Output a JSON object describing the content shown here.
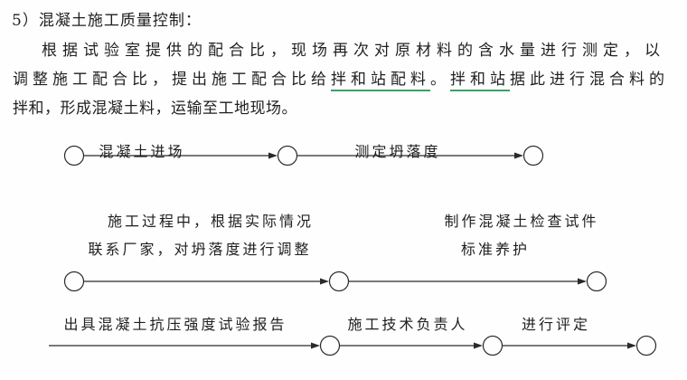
{
  "document": {
    "heading": "5）混凝土施工质量控制：",
    "paragraph": {
      "line1": "根据试验室提供的配合比，现场再次对原材料的含水量进行测定，以",
      "line2_seg1": "调整施工配合比，提出施工配合比给",
      "line2_seg2_underlined": "拌和站配料",
      "line2_seg3": "。",
      "line2_seg4_underlined": "拌和站",
      "line2_seg5": "据此进行混合料的",
      "line3": "拌和，形成混凝土料，运输至工地现场。"
    }
  },
  "flowchart": {
    "row1": {
      "step1_label": "混凝土进场",
      "step2_label": "测定坍落度"
    },
    "row2": {
      "left_label_line1": "施工过程中，根据实际情况",
      "left_label_line2": "联系厂家，对坍落度进行调整",
      "right_label_line1": "制作混凝土检查试件",
      "right_label_line2": "标准养护"
    },
    "row3": {
      "step1_label": "出具混凝土抗压强度试验报告",
      "step2_label": "施工技术负责人",
      "step3_label": "进行评定"
    }
  },
  "colors": {
    "ink": "#1f1f1f",
    "flow_line": "#2a2a2a",
    "spellcheck_underline_1": "#3aa06a",
    "spellcheck_underline_2": "#3aa06a",
    "background": "#fefefe"
  }
}
